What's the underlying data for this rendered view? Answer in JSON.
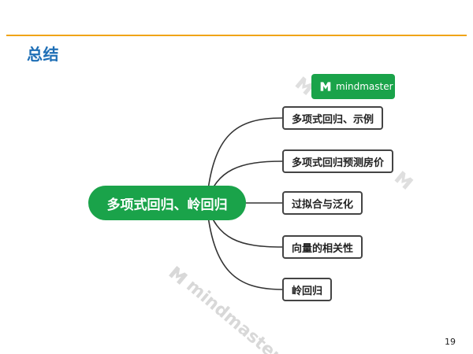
{
  "slide": {
    "title": "总结",
    "page_number": "19"
  },
  "mindmap": {
    "root": "多项式回归、岭回归",
    "branches": [
      {
        "label": "多项式回归、示例"
      },
      {
        "label": "多项式回归预测房价"
      },
      {
        "label": "过拟合与泛化"
      },
      {
        "label": "向量的相关性"
      },
      {
        "label": "岭回归"
      }
    ]
  },
  "branding": {
    "badge_text": "mindmaster",
    "watermark_text": "mindmaster",
    "logo_icon": "mindmaster-logo-icon"
  },
  "colors": {
    "accent_rule": "#f0a418",
    "title": "#1f6fb6",
    "root_fill": "#1aa34a",
    "node_border": "#444444"
  }
}
